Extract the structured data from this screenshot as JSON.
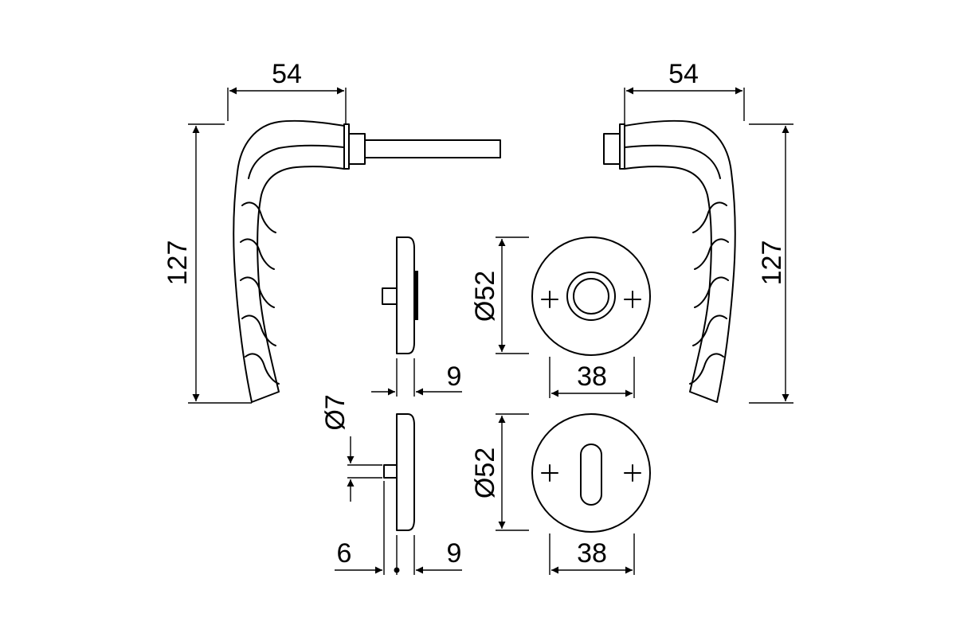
{
  "drawing": {
    "colors": {
      "line": "#000000",
      "background": "#ffffff"
    },
    "dimensions": {
      "left_handle_width": "54",
      "right_handle_width": "54",
      "left_handle_height": "127",
      "right_handle_height": "127",
      "rose_diameter": "Ø52",
      "rose_width": "38",
      "escutcheon_diameter": "Ø52",
      "escutcheon_width": "38",
      "rose_thickness": "9",
      "escutcheon_thickness": "9",
      "pin_diameter": "Ø7",
      "pin_length": "6"
    }
  }
}
